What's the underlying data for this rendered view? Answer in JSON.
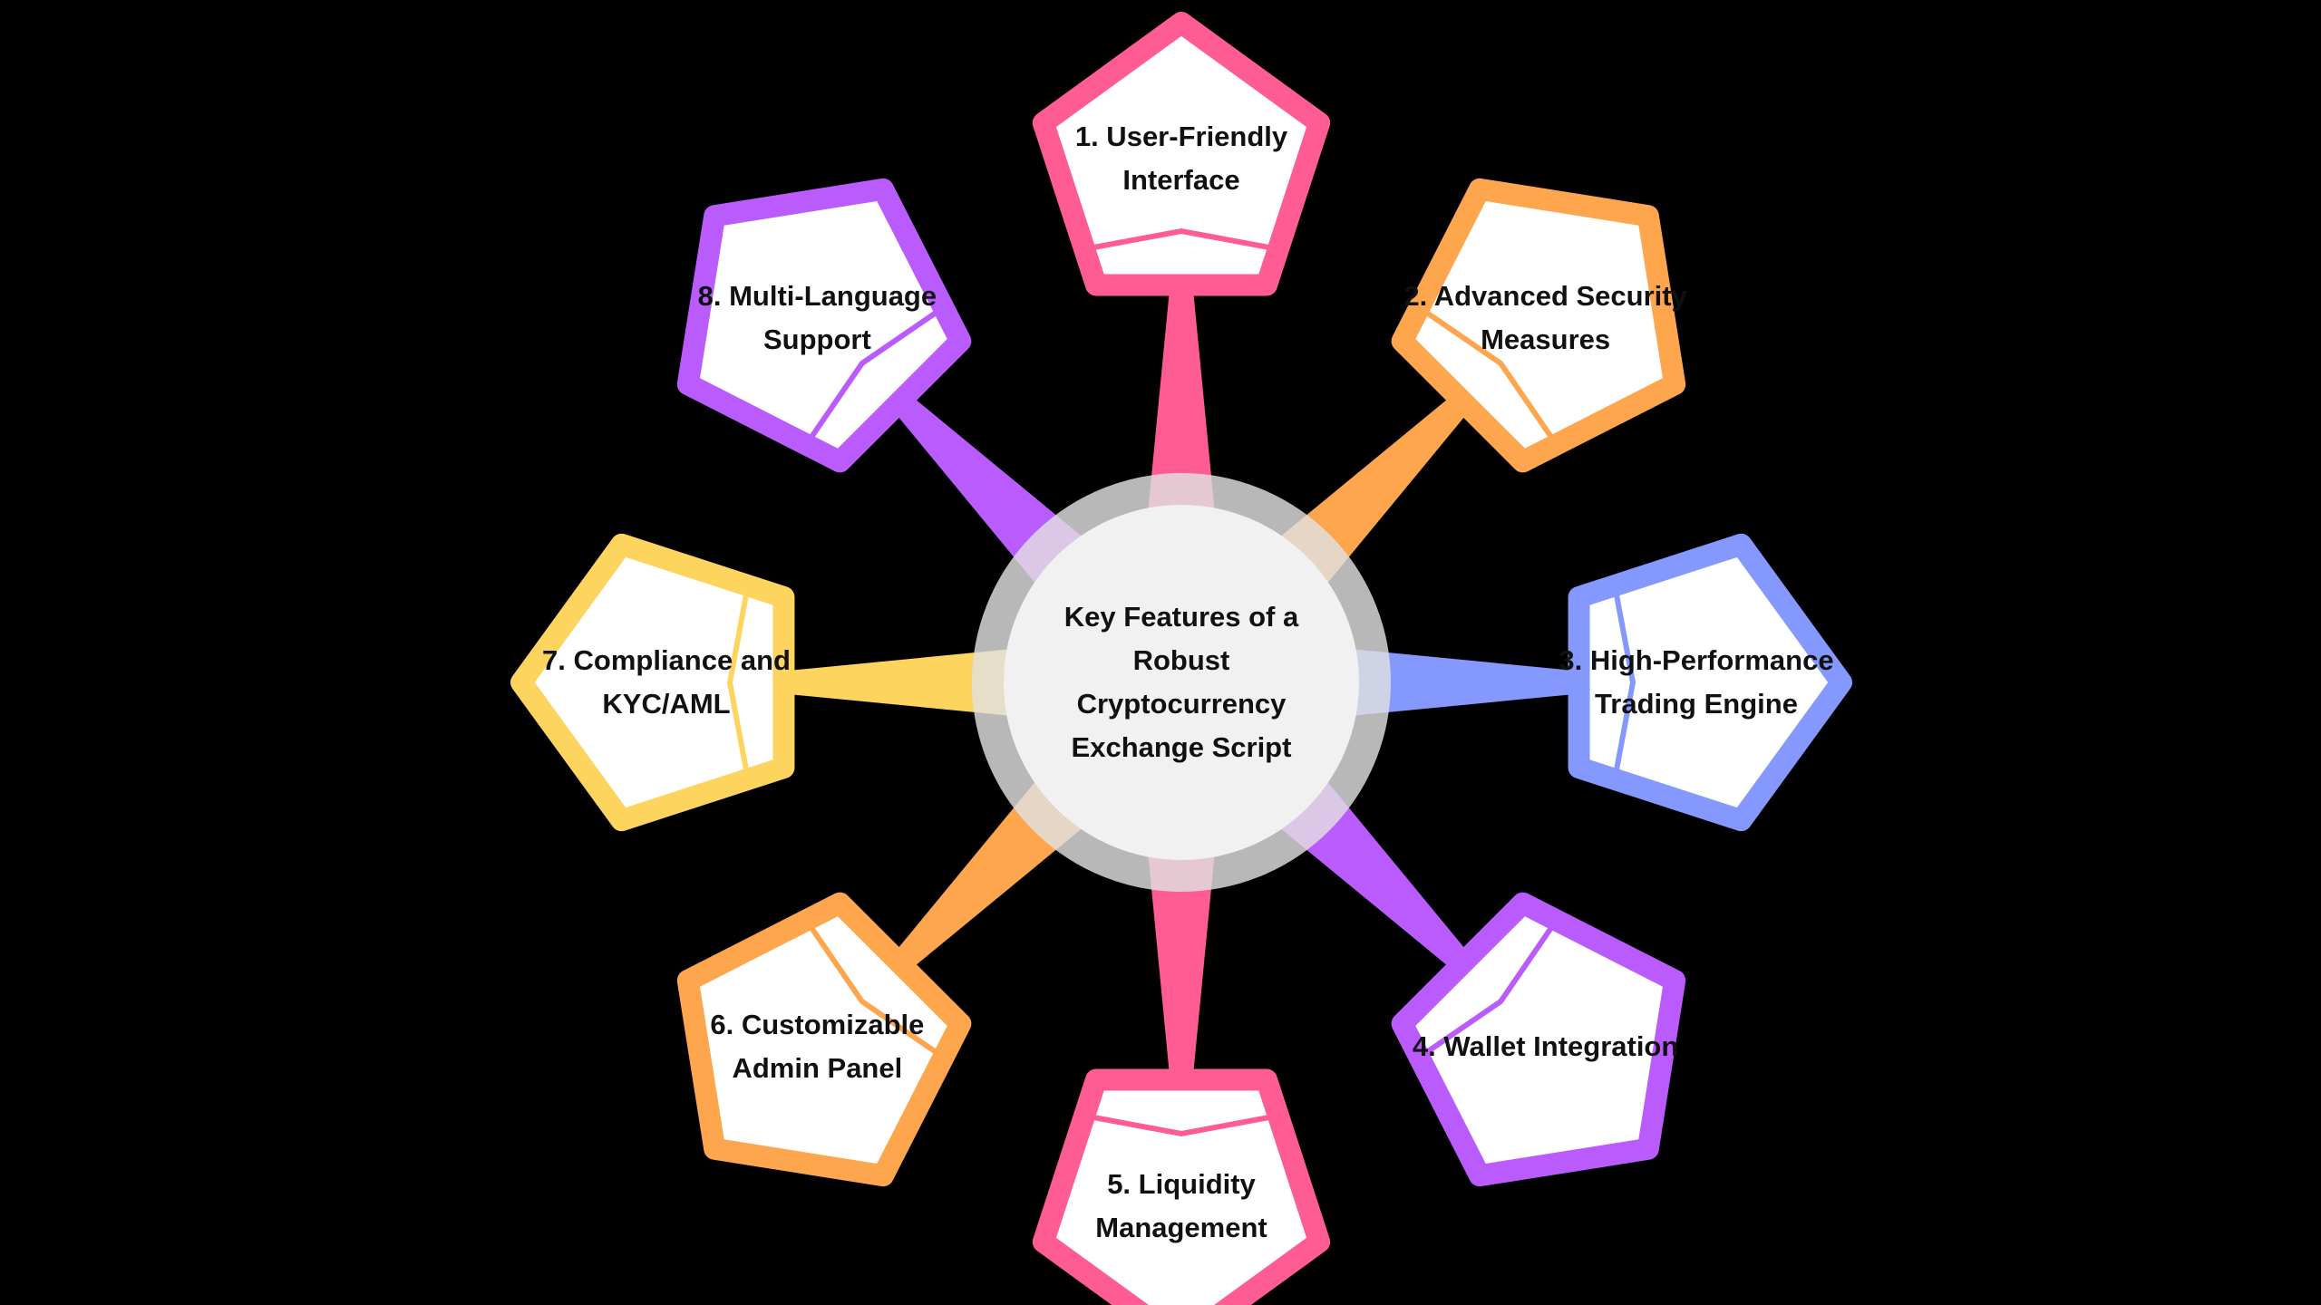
{
  "center": {
    "title": "Key Features of a Robust Cryptocurrency Exchange Script"
  },
  "nodes": [
    {
      "label": "1. User-Friendly Interface",
      "color": "#FF5C93"
    },
    {
      "label": "2. Advanced Security Measures",
      "color": "#FDA64E"
    },
    {
      "label": "3. High-Performance Trading Engine",
      "color": "#8598FD"
    },
    {
      "label": "4. Wallet Integration",
      "color": "#BA5CFD"
    },
    {
      "label": "5. Liquidity Management",
      "color": "#FF5C93"
    },
    {
      "label": "6. Customizable Admin Panel",
      "color": "#FDA64E"
    },
    {
      "label": "7. Compliance and KYC/AML",
      "color": "#FDD45E"
    },
    {
      "label": "8. Multi-Language Support",
      "color": "#BA5CFD"
    }
  ],
  "colors": {
    "ring": "#CBCBCB",
    "hub": "#F1F1F1",
    "background": "#000000"
  }
}
